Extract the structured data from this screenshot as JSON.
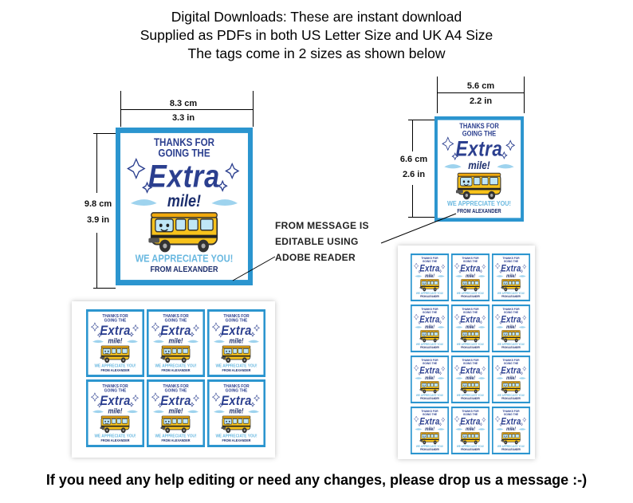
{
  "header": {
    "line1": "Digital Downloads: These are instant download",
    "line2": "Supplied as PDFs in both US Letter Size and UK A4 Size",
    "line3": "The tags come in 2 sizes as shown below"
  },
  "large_tag": {
    "width_cm": "8.3 cm",
    "width_in": "3.3 in",
    "height_cm": "9.8 cm",
    "height_in": "3.9 in"
  },
  "small_tag": {
    "width_cm": "5.6 cm",
    "width_in": "2.2 in",
    "height_cm": "6.6 cm",
    "height_in": "2.6 in"
  },
  "tag": {
    "thanks_line1": "THANKS FOR",
    "thanks_line2": "GOING THE",
    "extra": "Extra",
    "mile": "mile!",
    "appreciate": "WE APPRECIATE YOU!",
    "from": "FROM ALEXANDER"
  },
  "note": {
    "line1": "FROM MESSAGE IS",
    "line2": "EDITABLE USING",
    "line3": "ADOBE READER"
  },
  "footer": "If you need any help editing or need any changes, please drop us a message :-)",
  "colors": {
    "frame": "#2b95cf",
    "navy": "#2b3f8f",
    "light_blue": "#69b8e0",
    "bus_yellow": "#f7c21b"
  }
}
